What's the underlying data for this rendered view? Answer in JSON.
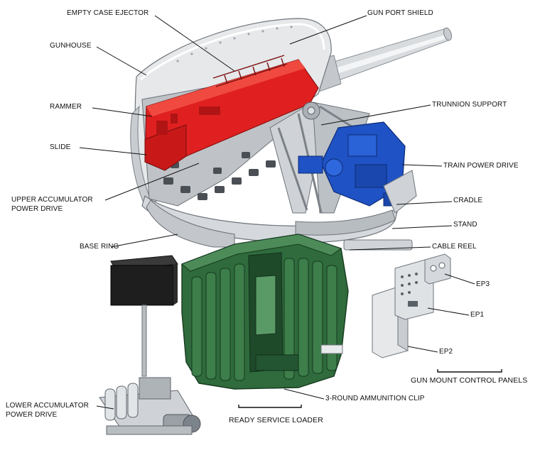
{
  "labels": {
    "empty_case_ejector": "EMPTY CASE EJECTOR",
    "gun_port_shield": "GUN PORT SHIELD",
    "gunhouse": "GUNHOUSE",
    "rammer": "RAMMER",
    "trunnion_support": "TRUNNION SUPPORT",
    "slide": "SLIDE",
    "train_power_drive": "TRAIN POWER DRIVE",
    "upper_accumulator_line1": "UPPER ACCUMULATOR",
    "upper_accumulator_line2": "POWER DRIVE",
    "cradle": "CRADLE",
    "stand": "STAND",
    "base_ring": "BASE RING",
    "cable_reel": "CABLE REEL",
    "ep3": "EP3",
    "ep1": "EP1",
    "ep2": "EP2",
    "gun_mount_control_panels": "GUN MOUNT CONTROL PANELS",
    "lower_accumulator_line1": "LOWER ACCUMULATOR",
    "lower_accumulator_line2": "POWER DRIVE",
    "three_round_clip": "3-ROUND AMMUNITION CLIP",
    "ready_service_loader": "READY SERVICE LOADER"
  },
  "colors": {
    "rammer_slide_red": "#e02020",
    "loader_green": "#2f6b3c",
    "drive_blue": "#1f52c4",
    "gunhouse_grey": "#e4e6e8",
    "steel_grey": "#9aa0a6",
    "dark_box": "#1e1e1e"
  }
}
